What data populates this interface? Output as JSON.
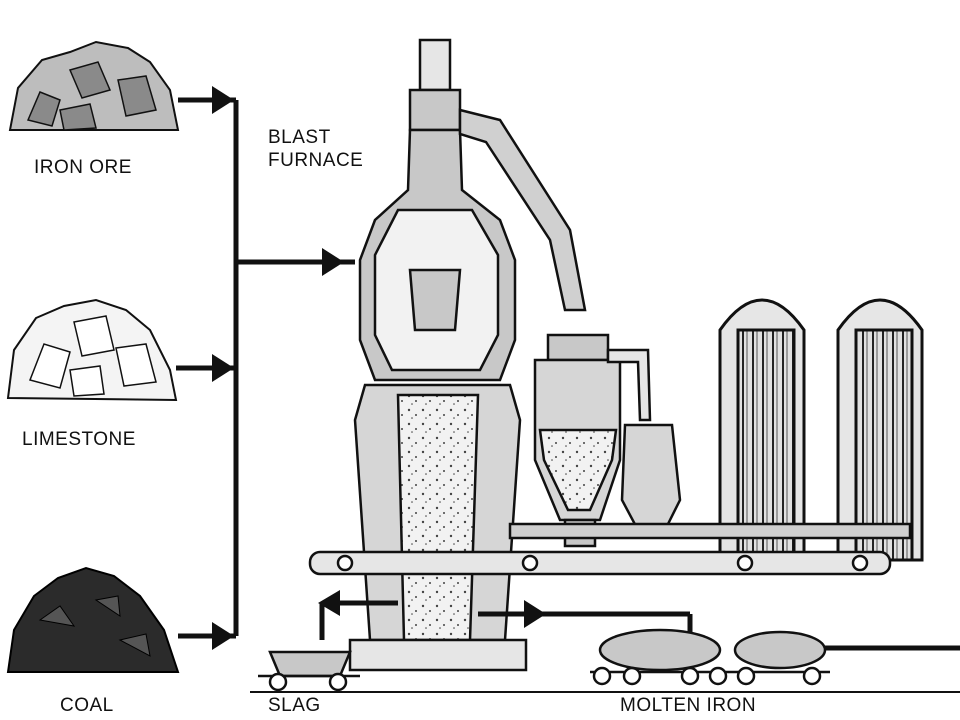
{
  "labels": {
    "iron_ore": "IRON ORE",
    "limestone": "LIMESTONE",
    "coal": "COAL",
    "blast_furnace_line1": "BLAST",
    "blast_furnace_line2": "FURNACE",
    "slag": "SLAG",
    "molten_iron": "MOLTEN IRON"
  },
  "colors": {
    "ink": "#111111",
    "fill": "#c8c8c8",
    "light": "#e6e6e6",
    "coal": "#2b2b2b"
  }
}
